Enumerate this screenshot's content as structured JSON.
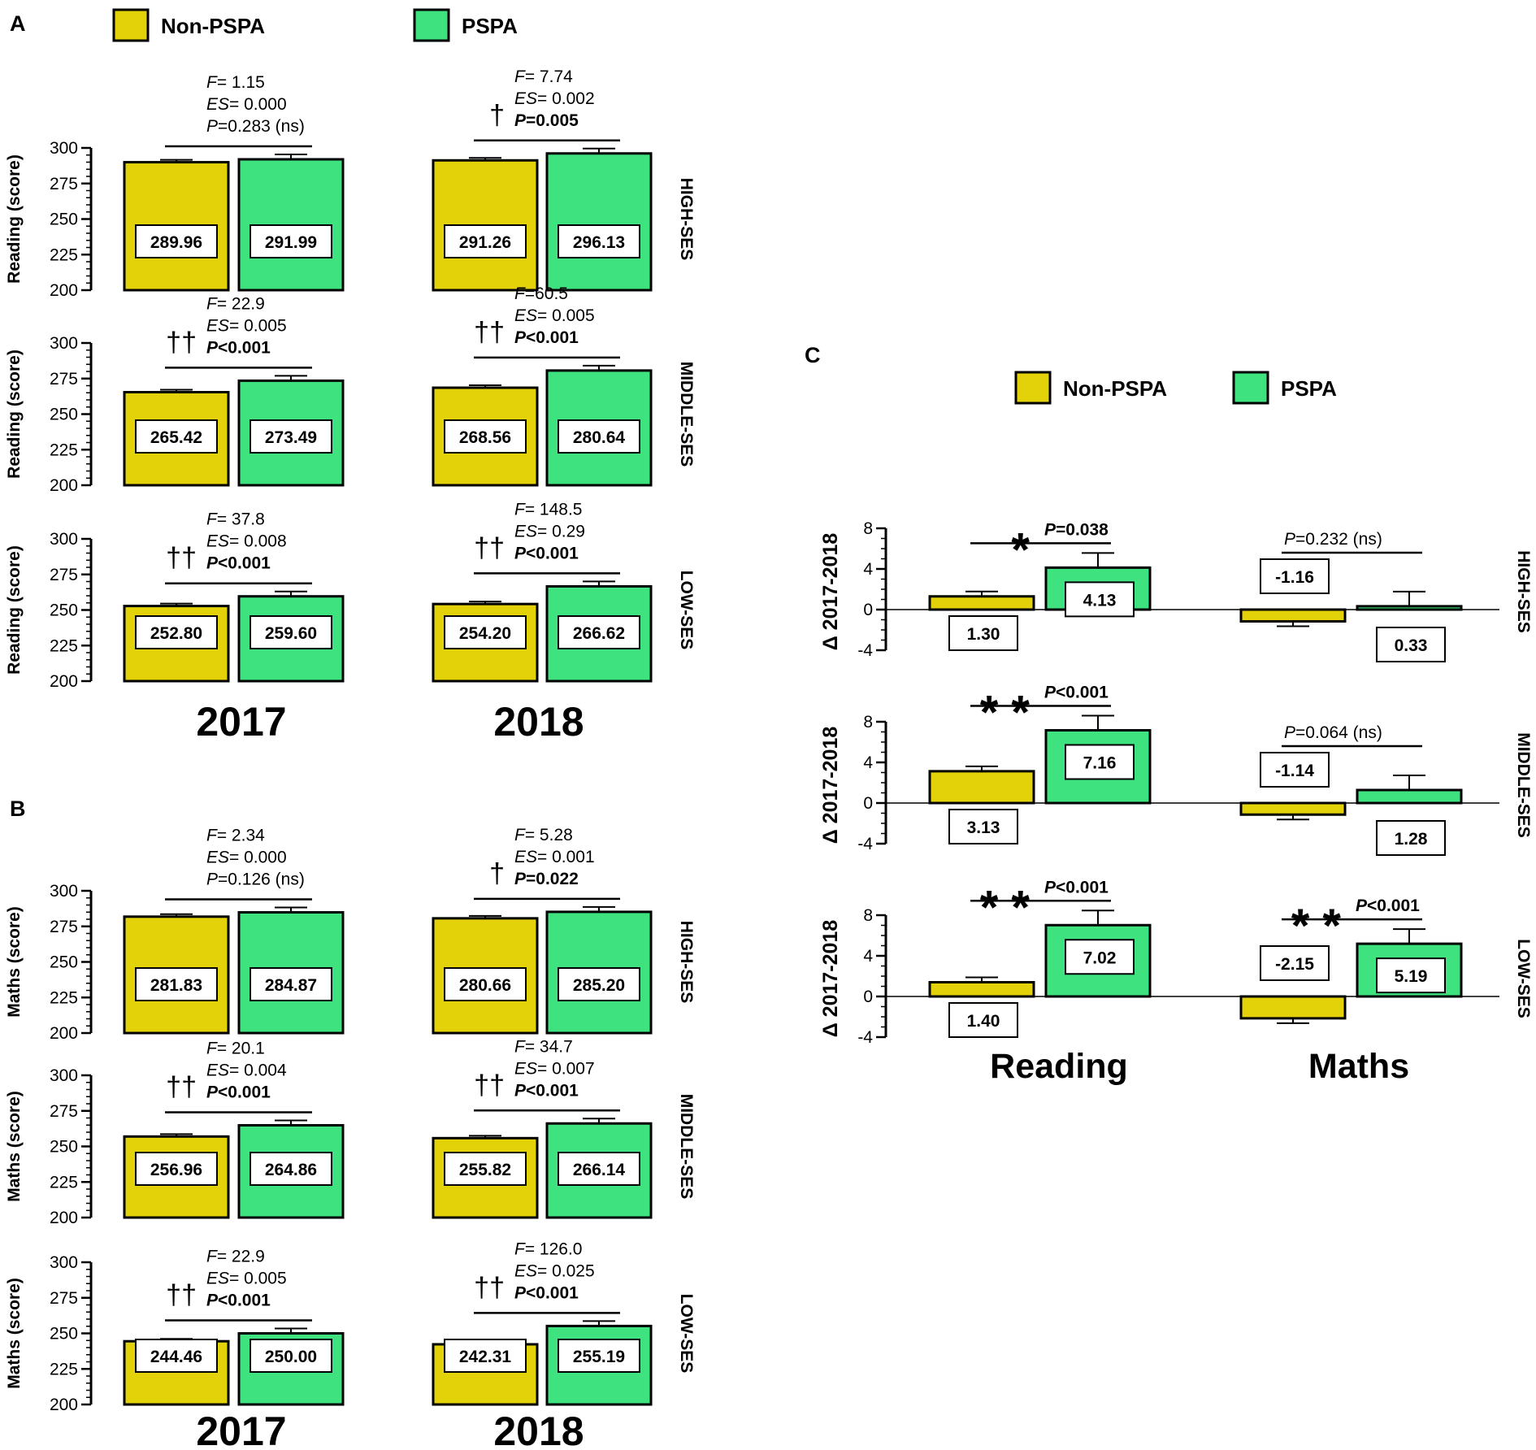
{
  "colors": {
    "non_pspa": "#e3d10a",
    "pspa": "#3ee27e",
    "stroke": "#000000"
  },
  "legend": {
    "non_pspa": "Non-PSPA",
    "pspa": "PSPA"
  },
  "panels": {
    "A": {
      "letter": "A",
      "years": [
        "2017",
        "2018"
      ]
    },
    "B": {
      "letter": "B",
      "years": [
        "2017",
        "2018"
      ]
    },
    "C": {
      "letter": "C",
      "categories": [
        "Reading",
        "Maths"
      ]
    }
  },
  "chart_data": [
    {
      "type": "bar",
      "panel": "A",
      "ylabel": "Reading (score)",
      "ylim": [
        200,
        300
      ],
      "yticks": [
        200,
        225,
        250,
        275,
        300
      ],
      "rows": [
        {
          "label": "HIGH-SES",
          "cells": [
            {
              "year": "2017",
              "non_pspa": 289.96,
              "pspa": 291.99,
              "stats": [
                "F= 1.15",
                "ES= 0.000",
                "P=0.283 (ns)"
              ],
              "dagger": ""
            },
            {
              "year": "2018",
              "non_pspa": 291.26,
              "pspa": 296.13,
              "stats": [
                "F= 7.74",
                "ES= 0.002",
                "P=0.005"
              ],
              "dagger": "†"
            }
          ]
        },
        {
          "label": "MIDDLE-SES",
          "cells": [
            {
              "year": "2017",
              "non_pspa": 265.42,
              "pspa": 273.49,
              "stats": [
                "F= 22.9",
                "ES= 0.005",
                "P<0.001"
              ],
              "dagger": "††"
            },
            {
              "year": "2018",
              "non_pspa": 268.56,
              "pspa": 280.64,
              "stats": [
                "F=60.5",
                "ES= 0.005",
                "P<0.001"
              ],
              "dagger": "††"
            }
          ]
        },
        {
          "label": "LOW-SES",
          "cells": [
            {
              "year": "2017",
              "non_pspa": 252.8,
              "pspa": 259.6,
              "stats": [
                "F= 37.8",
                "ES= 0.008",
                "P<0.001"
              ],
              "dagger": "††"
            },
            {
              "year": "2018",
              "non_pspa": 254.2,
              "pspa": 266.62,
              "stats": [
                "F= 148.5",
                "ES= 0.29",
                "P<0.001"
              ],
              "dagger": "††"
            }
          ]
        }
      ]
    },
    {
      "type": "bar",
      "panel": "B",
      "ylabel": "Maths (score)",
      "ylim": [
        200,
        300
      ],
      "yticks": [
        200,
        225,
        250,
        275,
        300
      ],
      "rows": [
        {
          "label": "HIGH-SES",
          "cells": [
            {
              "year": "2017",
              "non_pspa": 281.83,
              "pspa": 284.87,
              "stats": [
                "F= 2.34",
                "ES= 0.000",
                "P=0.126 (ns)"
              ],
              "dagger": ""
            },
            {
              "year": "2018",
              "non_pspa": 280.66,
              "pspa": 285.2,
              "stats": [
                "F= 5.28",
                "ES= 0.001",
                "P=0.022"
              ],
              "dagger": "†"
            }
          ]
        },
        {
          "label": "MIDDLE-SES",
          "cells": [
            {
              "year": "2017",
              "non_pspa": 256.96,
              "pspa": 264.86,
              "stats": [
                "F= 20.1",
                "ES= 0.004",
                "P<0.001"
              ],
              "dagger": "††"
            },
            {
              "year": "2018",
              "non_pspa": 255.82,
              "pspa": 266.14,
              "stats": [
                "F= 34.7",
                "ES= 0.007",
                "P<0.001"
              ],
              "dagger": "††"
            }
          ]
        },
        {
          "label": "LOW-SES",
          "cells": [
            {
              "year": "2017",
              "non_pspa": 244.46,
              "pspa": 250.0,
              "stats": [
                "F= 22.9",
                "ES= 0.005",
                "P<0.001"
              ],
              "dagger": "††"
            },
            {
              "year": "2018",
              "non_pspa": 242.31,
              "pspa": 255.19,
              "stats": [
                "F= 126.0",
                "ES= 0.025",
                "P<0.001"
              ],
              "dagger": "††"
            }
          ]
        }
      ]
    },
    {
      "type": "bar",
      "panel": "C",
      "ylabel": "Δ 2017-2018",
      "ylim": [
        -4,
        8
      ],
      "yticks": [
        -4,
        0,
        4,
        8
      ],
      "categories": [
        "Reading",
        "Maths"
      ],
      "rows": [
        {
          "label": "HIGH-SES",
          "cells": [
            {
              "category": "Reading",
              "non_pspa": 1.3,
              "pspa": 4.13,
              "star": "*",
              "p": "P=0.038"
            },
            {
              "category": "Maths",
              "non_pspa": -1.16,
              "pspa": 0.33,
              "star": "",
              "p": "P=0.232 (ns)"
            }
          ]
        },
        {
          "label": "MIDDLE-SES",
          "cells": [
            {
              "category": "Reading",
              "non_pspa": 3.13,
              "pspa": 7.16,
              "star": "**",
              "p": "P<0.001"
            },
            {
              "category": "Maths",
              "non_pspa": -1.14,
              "pspa": 1.28,
              "star": "",
              "p": "P=0.064 (ns)"
            }
          ]
        },
        {
          "label": "LOW-SES",
          "cells": [
            {
              "category": "Reading",
              "non_pspa": 1.4,
              "pspa": 7.02,
              "star": "**",
              "p": "P<0.001"
            },
            {
              "category": "Maths",
              "non_pspa": -2.15,
              "pspa": 5.19,
              "star": "**",
              "p": "P<0.001"
            }
          ]
        }
      ]
    }
  ]
}
